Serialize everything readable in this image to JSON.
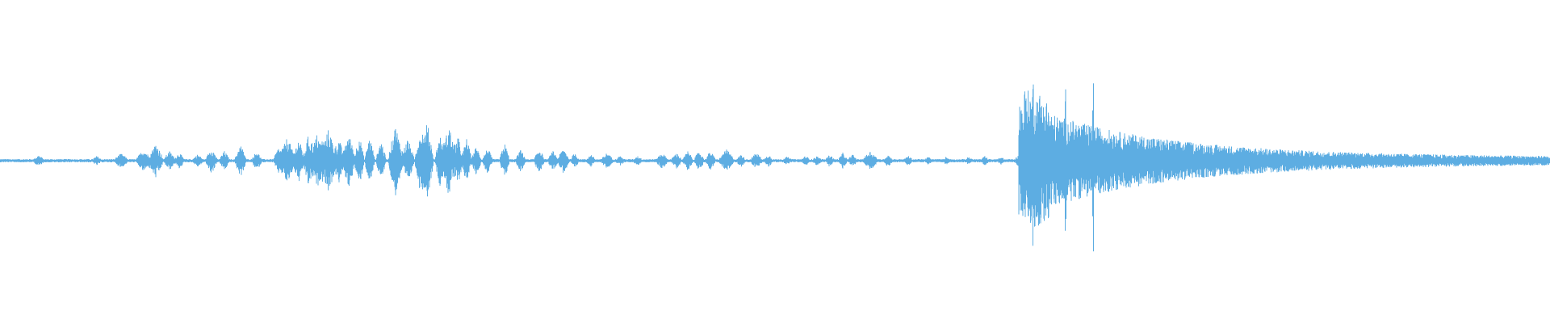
{
  "waveform": {
    "color": "#5dade2",
    "background": "#ffffff",
    "segments": [
      {
        "type": "low-noise"
      },
      {
        "type": "speech-bursts"
      },
      {
        "type": "fading-bursts"
      },
      {
        "type": "impact"
      },
      {
        "type": "decay-tail"
      }
    ]
  }
}
